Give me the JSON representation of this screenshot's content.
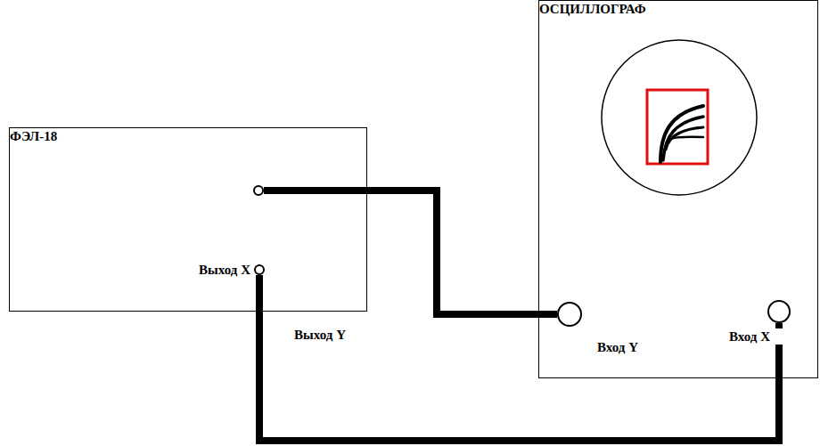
{
  "diagram": {
    "nodes": [
      {
        "text": [
          "ФЭЛ-18"
        ]
      },
      {
        "text": [
          "Выход Y"
        ],
        "in": 0
      },
      {
        "text": [
          "Выход X"
        ],
        "in": 0
      },
      {
        "text": [
          "ОСЦИЛЛОГРАФ"
        ]
      },
      {
        "text": [
          "Вход Y"
        ],
        "in": 3
      },
      {
        "text": [
          "Вход X"
        ],
        "in": 3
      }
    ],
    "edges": [
      {
        "from": 1,
        "to": 4,
        "arrow": "none"
      },
      {
        "from": 2,
        "to": 5,
        "arrow": "none"
      }
    ]
  }
}
